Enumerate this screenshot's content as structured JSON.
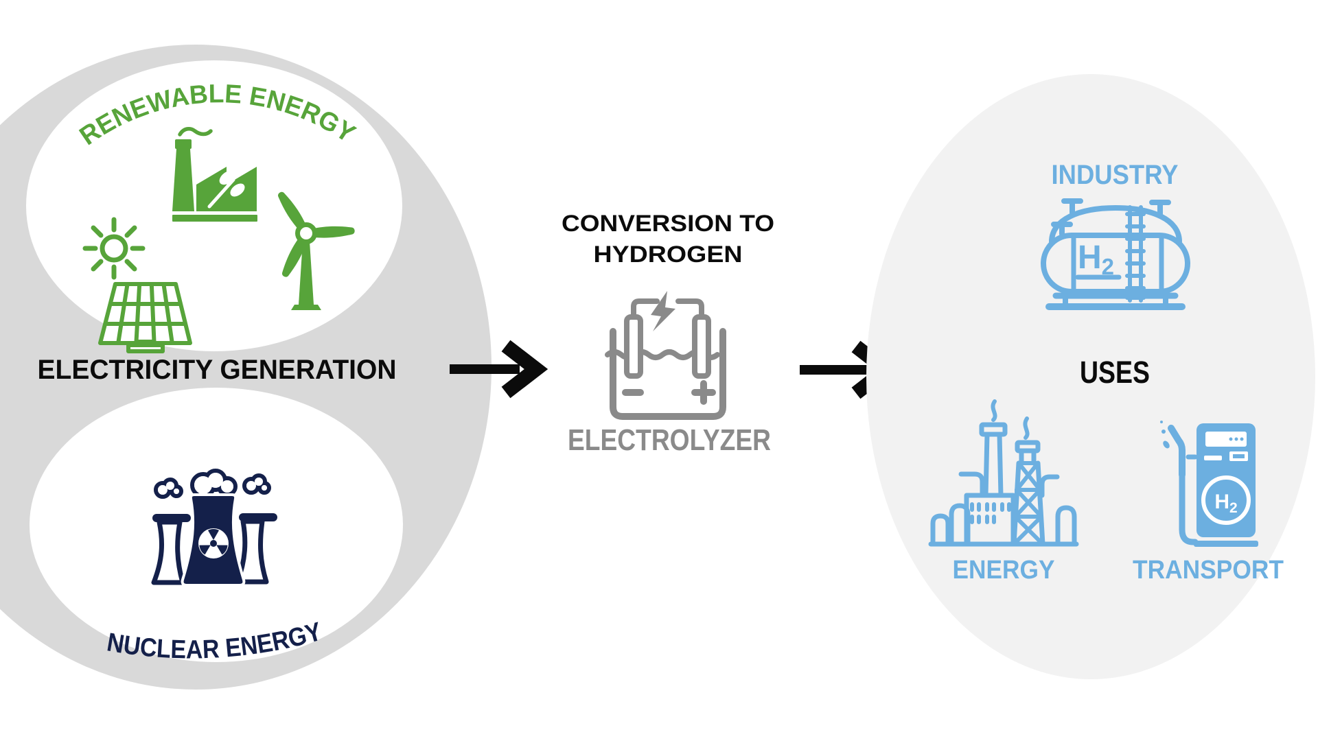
{
  "colors": {
    "green": "#57A43A",
    "navy": "#14204A",
    "blue": "#6CAFE0",
    "gray_blob": "#D9D9D9",
    "light_ellipse": "#F2F2F2",
    "device_gray": "#8A8A8A",
    "black": "#0B0B0B",
    "white": "#FFFFFF"
  },
  "flow": {
    "electricity_generation": {
      "title": "ELECTRICITY GENERATION",
      "renewable": {
        "label": "RENEWABLE ENERGY",
        "icons": [
          "sun-icon",
          "solar-panel-icon",
          "biomass-factory-icon",
          "wind-turbine-icon"
        ]
      },
      "nuclear": {
        "label": "NUCLEAR ENERGY",
        "icons": [
          "nuclear-plant-icon"
        ]
      }
    },
    "conversion": {
      "title_line1": "CONVERSION TO",
      "title_line2": "HYDROGEN",
      "device_label": "ELECTROLYZER",
      "device_icon": "electrolyzer-icon",
      "electrode_negative": "−",
      "electrode_positive": "+"
    },
    "uses": {
      "title": "USES",
      "industry": {
        "label": "INDUSTRY",
        "icon": "h2-storage-tank-icon",
        "h2": {
          "base": "H",
          "sub": "2"
        }
      },
      "energy": {
        "label": "ENERGY",
        "icon": "refinery-icon"
      },
      "transport": {
        "label": "TRANSPORT",
        "icon": "h2-fuel-pump-icon",
        "h2": {
          "base": "H",
          "sub": "2"
        }
      }
    }
  }
}
